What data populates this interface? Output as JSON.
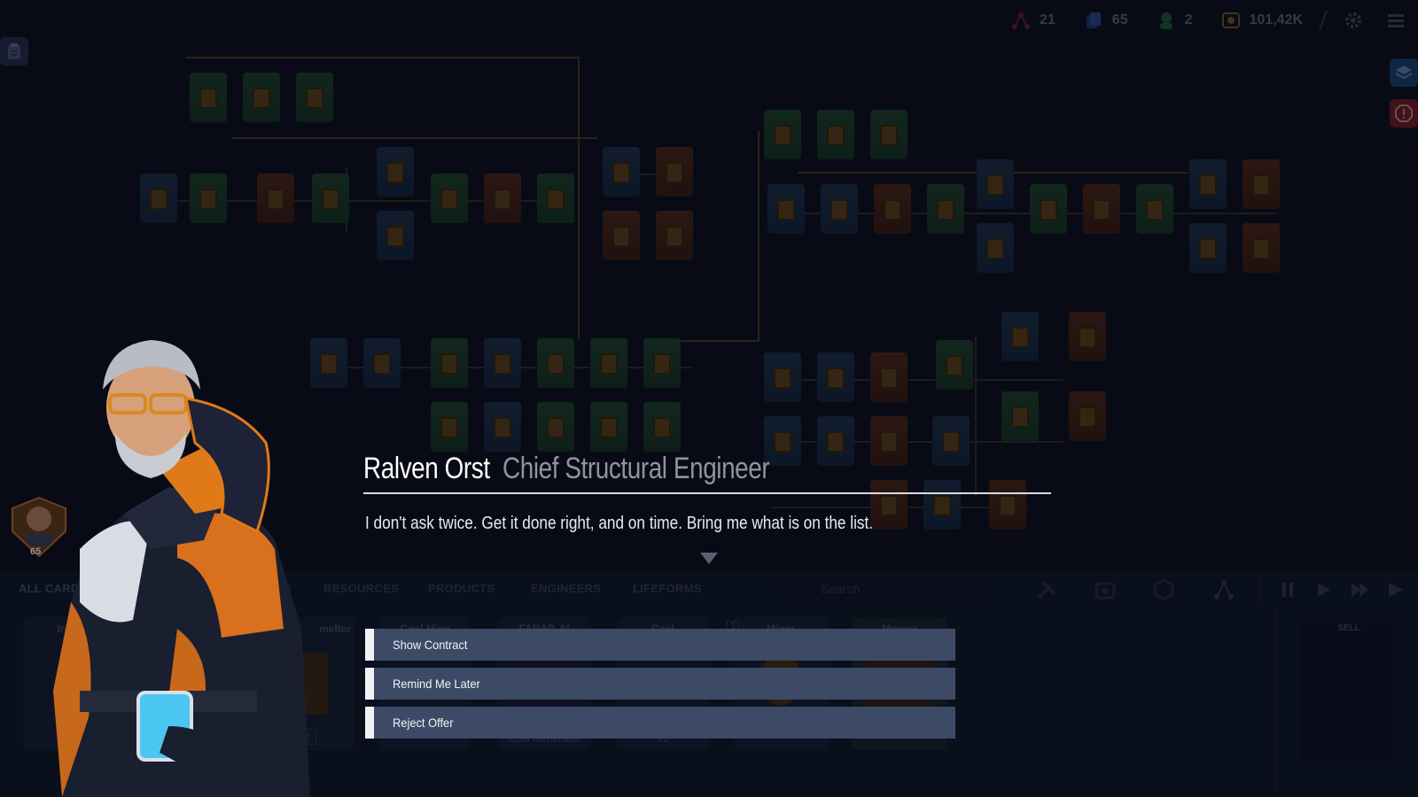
{
  "topbar": {
    "stats": [
      {
        "icon": "research-node-icon",
        "value": "21",
        "color": "#c2334a"
      },
      {
        "icon": "cards-icon",
        "value": "65",
        "color": "#2e6ad8"
      },
      {
        "icon": "engineer-icon",
        "value": "2",
        "color": "#2f9a48"
      },
      {
        "icon": "coin-icon",
        "value": "101,42K",
        "color": "#d8a21c"
      }
    ],
    "settings_icon": "gear-icon",
    "menu_icon": "hamburger-icon"
  },
  "side": {
    "clipboard_icon": "clipboard-icon",
    "layers_icon": "layers-icon",
    "alert_icon": "alert-icon"
  },
  "dialog": {
    "name": "Ralven Orst",
    "role": "Chief Structural Engineer",
    "message": "I don't ask twice. Get it done right, and on time. Bring me what is on the list.",
    "options": [
      "Show Contract",
      "Remind Me Later",
      "Reject Offer"
    ]
  },
  "player": {
    "level": "65"
  },
  "bottom": {
    "tabs": [
      "ALL CARDS",
      "S",
      "RESOURCES",
      "PRODUCTS",
      "ENGINEERS",
      "LIFEFORMS"
    ],
    "search_placeholder": "Search",
    "cards": [
      {
        "title": "Iron",
        "bottom": ""
      },
      {
        "title": "melter",
        "bottom": "x2"
      },
      {
        "title": "Coal Mine",
        "bottom": ""
      },
      {
        "title": "FARAD-AI",
        "bottom": "Coal Generator"
      },
      {
        "title": "Coal",
        "bottom": "x1"
      },
      {
        "title": "Miner",
        "bottom": ""
      },
      {
        "title": "Merger",
        "bottom": ""
      }
    ],
    "sell_label": "SELL",
    "badge": "1"
  },
  "colors": {
    "accent_red": "#c2334a",
    "accent_blue": "#2e6ad8",
    "accent_green": "#2f9a48",
    "gold": "#d8a21c",
    "option_bg": "#3c4a66"
  }
}
